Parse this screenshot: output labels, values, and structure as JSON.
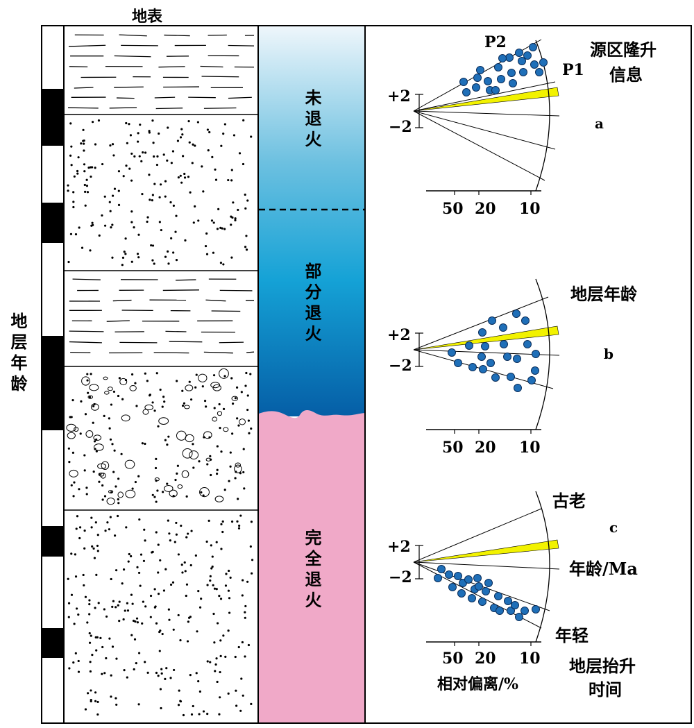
{
  "labels": {
    "surface": "地表",
    "axis_side": "地层年龄",
    "zone_unannealed": "未退火",
    "zone_partial": "部分退火",
    "zone_total": "完全退火"
  },
  "panels": {
    "a": {
      "letter": "a",
      "tag_p2": "P2",
      "tag_p1": "P1",
      "note_line1": "源区隆升",
      "note_line2": "信息"
    },
    "b": {
      "letter": "b",
      "note": "地层年龄"
    },
    "c": {
      "letter": "c",
      "top_note": "古老",
      "mid_note": "年龄/Ma",
      "bottom_note": "年轻",
      "uplift_line1": "地层抬升",
      "uplift_line2": "时间",
      "xlabel": "相对偏离/%"
    }
  },
  "scale": {
    "plus": "+2",
    "minus": "−2",
    "ticks": [
      "50",
      "20",
      "10"
    ]
  },
  "colors": {
    "dot": "#1f6fb8",
    "wedge": "#f2f200",
    "pink": "#f0a9c8",
    "blue_top": "#eaf4fa",
    "blue_mid": "#1aa5d8",
    "blue_bottom": "#0560a8"
  }
}
